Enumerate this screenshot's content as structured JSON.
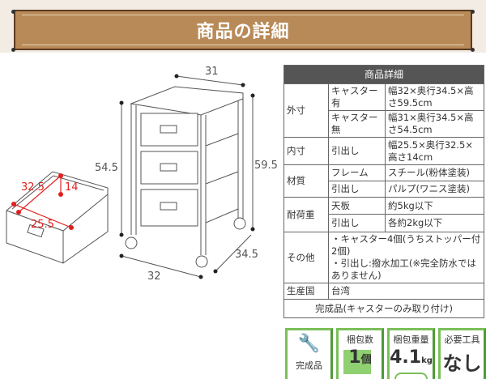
{
  "header": {
    "title": "商品の詳細"
  },
  "drawing": {
    "drawer_depth": "32.5",
    "drawer_height": "14",
    "drawer_width": "25.5",
    "top_width": "31",
    "height_without": "54.5",
    "height_with": "59.5",
    "depth": "34.5",
    "width": "32"
  },
  "table": {
    "title": "商品詳細",
    "outer": {
      "label": "外寸",
      "with_casters": "キャスター有",
      "with_value": "幅32×奥行34.5×高さ59.5cm",
      "without_casters": "キャスター無",
      "without_value": "幅31×奥行34.5×高さ54.5cm"
    },
    "inner": {
      "label": "内寸",
      "sub": "引出し",
      "value": "幅25.5×奥行32.5×高さ14cm"
    },
    "material": {
      "label": "材質",
      "frame": "フレーム",
      "frame_value": "スチール(粉体塗装)",
      "drawer": "引出し",
      "drawer_value": "パルプ(ワニス塗装)"
    },
    "load": {
      "label": "耐荷重",
      "top": "天板",
      "top_value": "約5kg以下",
      "drawer": "引出し",
      "drawer_value": "各約2kg以下"
    },
    "other": {
      "label": "その他",
      "line1": "・キャスター4個(うちストッパー付2個)",
      "line2": "・引出し:撥水加工(※完全防水ではありません)"
    },
    "origin": {
      "label": "生産国",
      "value": "台湾"
    },
    "note": "完成品(キャスターのみ取り付け)"
  },
  "icons": [
    {
      "label": "完成品"
    },
    {
      "label": "梱包数",
      "value": "1",
      "unit": "個"
    },
    {
      "label": "梱包重量",
      "value": "4.1",
      "unit": "kg"
    },
    {
      "label": "必要工具",
      "value": "なし"
    }
  ],
  "colors": {
    "title_bg": "#b88a58",
    "header_bg": "#555555",
    "icon_border": "#7bbf5a",
    "red": "#e02020"
  }
}
